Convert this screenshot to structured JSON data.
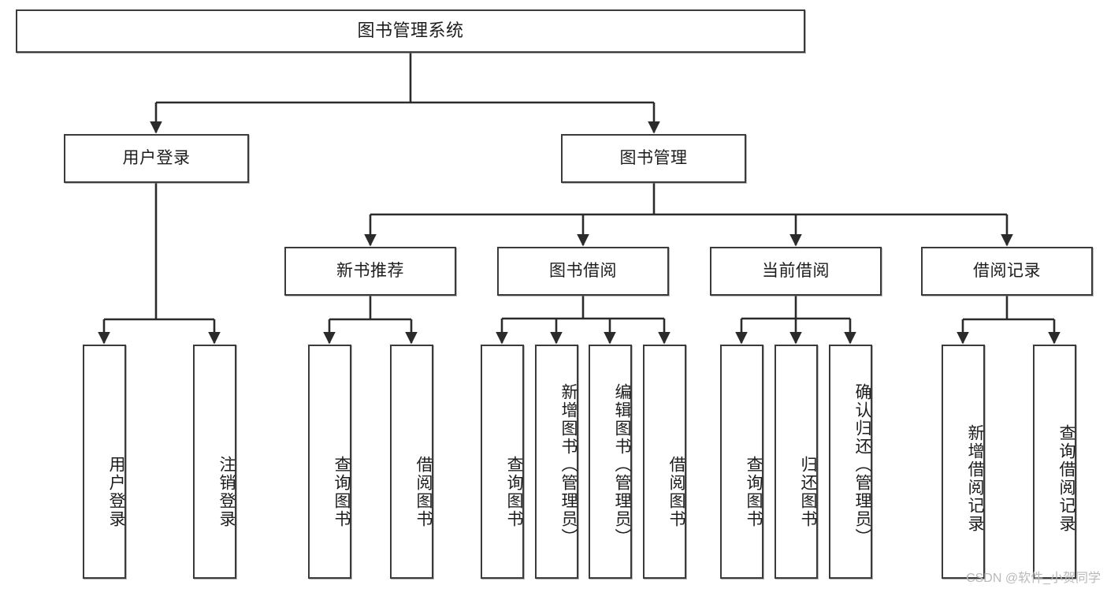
{
  "diagram": {
    "title": "图书管理系统",
    "type": "功能结构图",
    "watermark": "CSDN @软件_小贺同学",
    "colors": {
      "box_border": "#3b3b3b",
      "box_fill": "#ffffff",
      "connector": "#2b2b2b",
      "watermark": "#b9b9b9",
      "background": "#ffffff"
    },
    "levels": {
      "level1": [
        "图书管理系统"
      ],
      "level2": [
        "用户登录",
        "图书管理"
      ],
      "level3": [
        "新书推荐",
        "图书借阅",
        "当前借阅",
        "借阅记录"
      ],
      "level4": [
        "用户登录",
        "注销登录",
        "查询图书",
        "借阅图书",
        "查询图书",
        "新增图书（管理员）",
        "编辑图书（管理员）",
        "借阅图书",
        "查询图书",
        "归还图书",
        "确认归还（管理员）",
        "新增借阅记录",
        "查询借阅记录"
      ]
    },
    "nodes": {
      "root": {
        "label": "图书管理系统"
      },
      "user_login": {
        "label": "用户登录"
      },
      "book_manage": {
        "label": "图书管理"
      },
      "new_book_rec": {
        "label": "新书推荐"
      },
      "book_borrow": {
        "label": "图书借阅"
      },
      "current_borrow": {
        "label": "当前借阅"
      },
      "borrow_record": {
        "label": "借阅记录"
      },
      "leaf_user_login": {
        "label": "用户登录"
      },
      "leaf_logout": {
        "label": "注销登录"
      },
      "leaf_query_book_1": {
        "label": "查询图书"
      },
      "leaf_borrow_book_1": {
        "label": "借阅图书"
      },
      "leaf_query_book_2": {
        "label": "查询图书"
      },
      "leaf_add_book": {
        "label": "新增图书（管理员）"
      },
      "leaf_edit_book": {
        "label": "编辑图书（管理员）"
      },
      "leaf_borrow_book_2": {
        "label": "借阅图书"
      },
      "leaf_query_book_3": {
        "label": "查询图书"
      },
      "leaf_return_book": {
        "label": "归还图书"
      },
      "leaf_confirm_return": {
        "label": "确认归还（管理员）"
      },
      "leaf_add_record": {
        "label": "新增借阅记录"
      },
      "leaf_query_record": {
        "label": "查询借阅记录"
      }
    },
    "edges": [
      {
        "from": "图书管理系统",
        "to": "用户登录"
      },
      {
        "from": "图书管理系统",
        "to": "图书管理"
      },
      {
        "from": "用户登录",
        "to": "用户登录"
      },
      {
        "from": "用户登录",
        "to": "注销登录"
      },
      {
        "from": "图书管理",
        "to": "新书推荐"
      },
      {
        "from": "图书管理",
        "to": "图书借阅"
      },
      {
        "from": "图书管理",
        "to": "当前借阅"
      },
      {
        "from": "图书管理",
        "to": "借阅记录"
      },
      {
        "from": "新书推荐",
        "to": "查询图书"
      },
      {
        "from": "新书推荐",
        "to": "借阅图书"
      },
      {
        "from": "图书借阅",
        "to": "查询图书"
      },
      {
        "from": "图书借阅",
        "to": "新增图书（管理员）"
      },
      {
        "from": "图书借阅",
        "to": "编辑图书（管理员）"
      },
      {
        "from": "图书借阅",
        "to": "借阅图书"
      },
      {
        "from": "当前借阅",
        "to": "查询图书"
      },
      {
        "from": "当前借阅",
        "to": "归还图书"
      },
      {
        "from": "当前借阅",
        "to": "确认归还（管理员）"
      },
      {
        "from": "借阅记录",
        "to": "新增借阅记录"
      },
      {
        "from": "借阅记录",
        "to": "查询借阅记录"
      }
    ]
  }
}
